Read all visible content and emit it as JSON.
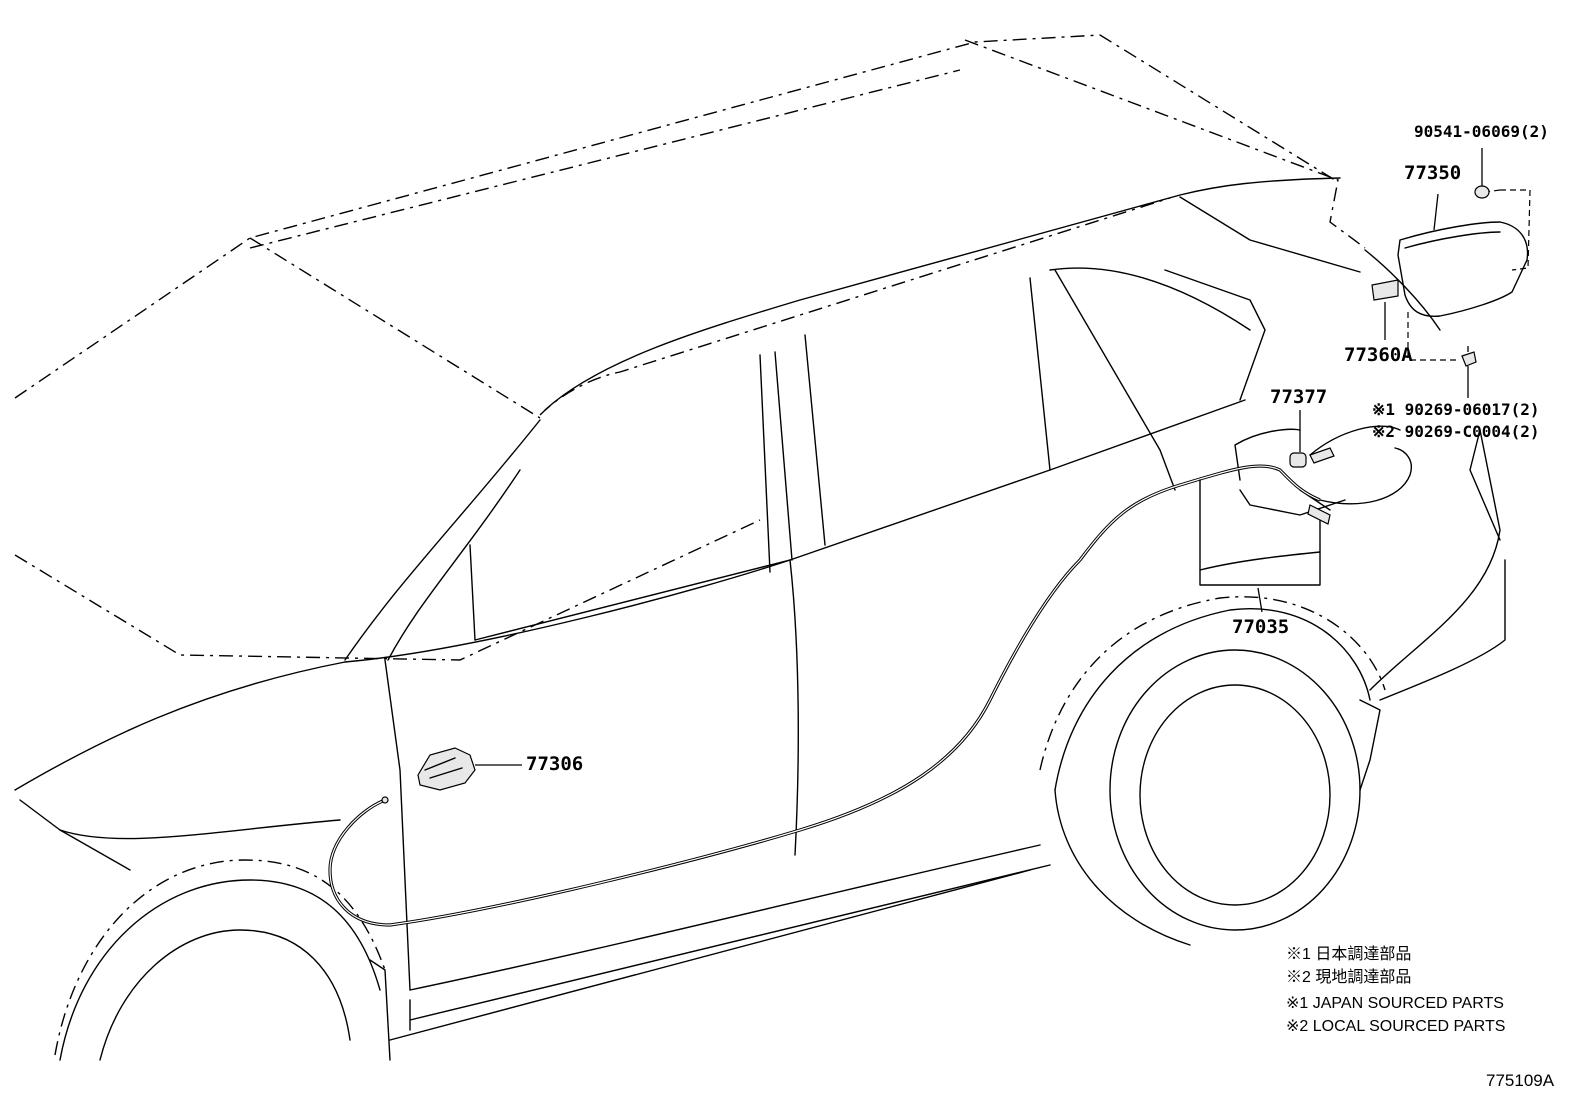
{
  "parts": {
    "p77306": "77306",
    "p77350": "77350",
    "p77360a": "77360A",
    "p77377": "77377",
    "p77035": "77035",
    "p90541": "90541-06069(2)",
    "p90269_1": "※1 90269-06017(2)",
    "p90269_2": "※2 90269-C0004(2)"
  },
  "legend": {
    "jp1": "※1 日本調達部品",
    "jp2": "※2 現地調達部品",
    "en1": "※1 JAPAN SOURCED PARTS",
    "en2": "※2 LOCAL SOURCED PARTS"
  },
  "diagram_id": "775109A"
}
